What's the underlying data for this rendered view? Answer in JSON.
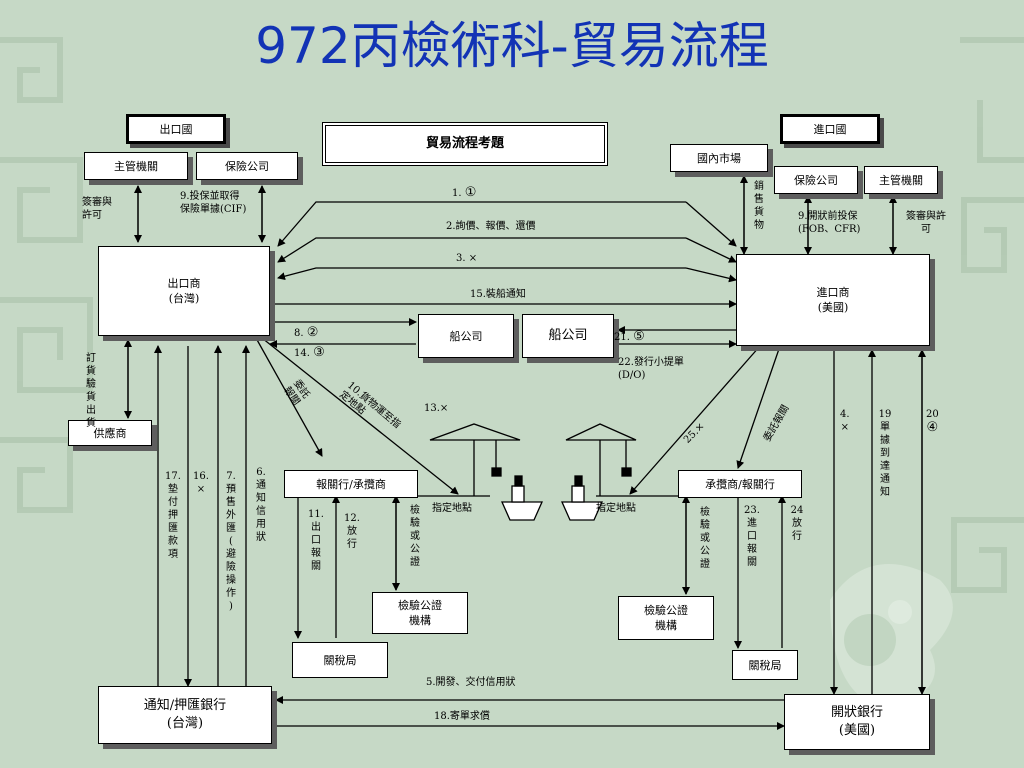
{
  "title": "972丙檢術科-貿易流程",
  "colors": {
    "title": "#1233b5",
    "background": "#c6d9c6"
  },
  "boxes": {
    "export_country": "出口國",
    "import_country": "進口國",
    "exam_title": "貿易流程考題",
    "authority_left": "主管機關",
    "insurance_left": "保險公司",
    "domestic_market": "國內市場",
    "insurance_right": "保險公司",
    "authority_right": "主管機關",
    "exporter": "出口商\n(台灣)",
    "importer": "進口商\n(美國)",
    "ship_company_1": "船公司",
    "ship_company_2": "船公司",
    "supplier": "供應商",
    "customs_broker_left": "報關行/承攬商",
    "customs_broker_right": "承攬商/報關行",
    "inspection_left": "檢驗公證\n機構",
    "inspection_right": "檢驗公證\n機構",
    "customs_left": "關稅局",
    "customs_right": "關稅局",
    "bank_left": "通知/押匯銀行\n(台灣)",
    "bank_right": "開狀銀行\n(美國)"
  },
  "labels": {
    "approval_left": "簽審與\n許可",
    "insure_cif": "9.投保並取得\n保險單據(CIF)",
    "sales_goods": "銷\n售\n貨\n物",
    "insure_fob": "9.開狀前投保\n(FOB、CFR)",
    "approval_right": "簽審與許\n可",
    "step1": "1.",
    "step1_mark": "①",
    "step2": "2.詢價、報價、還價",
    "step3": "3. ×",
    "step15": "15.裝船通知",
    "step8": "8.",
    "step8_mark": "②",
    "step14": "14.",
    "step14_mark": "③",
    "step21": "21.",
    "step21_mark": "⑤",
    "step22": "22.發行小提單\n(D/O)",
    "order_goods": "訂\n貨\n驗\n貨\n出\n貨",
    "delegate_export": "委託\n報關",
    "step10": "10.貨物運至指\n定地點",
    "step13": "13.×",
    "step25": "25.×",
    "delegate_import": "委託報關",
    "step4": "4.\n×",
    "step19": "19\n單\n據\n到\n達\n通\n知",
    "step20": "20",
    "step20_mark": "④",
    "step17": "17.\n墊\n付\n押\n匯\n款\n項",
    "step16": "16.\n×",
    "step7": "7.\n預\n售\n外\n匯\n(\n避\n險\n操\n作\n)",
    "step6": "6.\n通\n知\n信\n用\n狀",
    "step11": "11.\n出\n口\n報\n關",
    "step12": "12.\n放\n行",
    "inspection_cert_left": "檢\n驗\n或\n公\n證",
    "designated_left": "指定地點",
    "designated_right": "指定地點",
    "inspection_cert_right": "檢\n驗\n或\n公\n證",
    "step23": "23.\n進\n口\n報\n關",
    "step24": "24\n放\n行",
    "step5": "5.開發、交付信用狀",
    "step18": "18.寄單求償"
  },
  "icons": [
    "crane-icon",
    "ship-icon"
  ]
}
